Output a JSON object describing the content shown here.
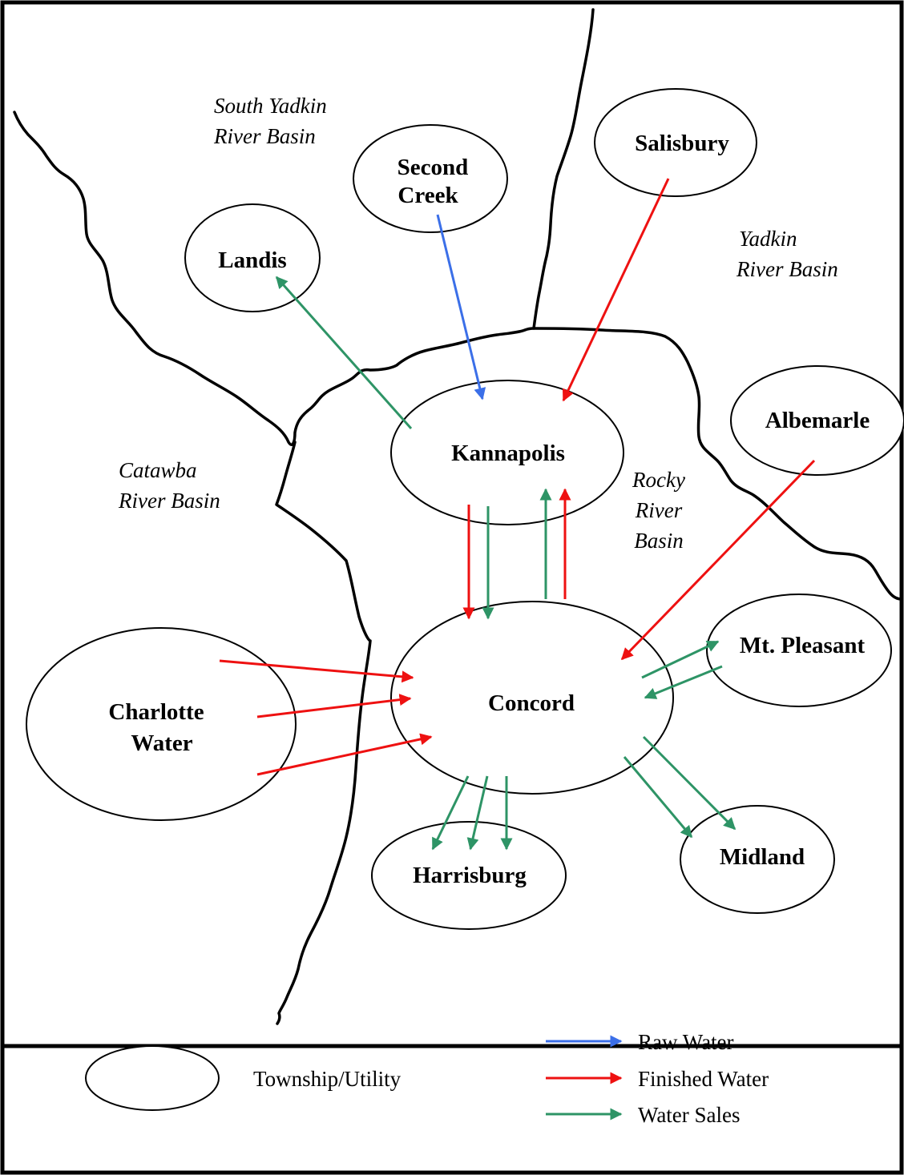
{
  "nodes": {
    "salisbury": "Salisbury",
    "second_creek": [
      "Second",
      "Creek"
    ],
    "landis": "Landis",
    "kannapolis": "Kannapolis",
    "albemarle": "Albemarle",
    "concord": "Concord",
    "mt_pleasant": "Mt. Pleasant",
    "charlotte_water": [
      "Charlotte",
      "Water"
    ],
    "harrisburg": "Harrisburg",
    "midland": "Midland"
  },
  "regions": {
    "south_yadkin": [
      "South Yadkin",
      "River Basin"
    ],
    "yadkin": [
      "Yadkin",
      "River Basin"
    ],
    "catawba": [
      "Catawba",
      "River Basin"
    ],
    "rocky": [
      "Rocky",
      "River",
      "Basin"
    ]
  },
  "legend": {
    "township": "Township/Utility",
    "raw_water": "Raw Water",
    "finished_water": "Finished Water",
    "water_sales": "Water Sales"
  },
  "colors": {
    "raw_water": "#3b6fe8",
    "finished_water": "#ee1111",
    "water_sales": "#2e9466",
    "boundary": "#000000"
  }
}
